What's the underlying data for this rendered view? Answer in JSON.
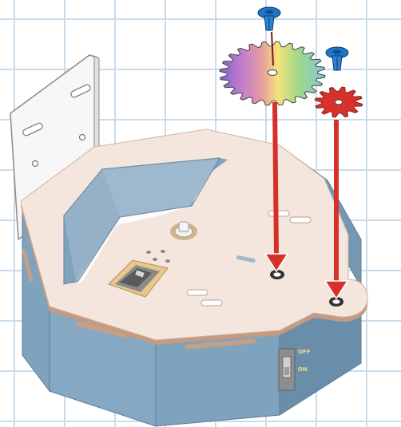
{
  "switch": {
    "off_label": "OFF",
    "on_label": "ON"
  },
  "parts": [
    {
      "name": "rainbow-gear",
      "fill": "gradient",
      "teeth": 24
    },
    {
      "name": "red-gear",
      "fill": "#d8312c",
      "teeth": 12
    }
  ],
  "colors": {
    "grid": "#c9dcec",
    "base_side": "#7fa2bd",
    "base_side_dark": "#6a8ea9",
    "top_plate": "#f4e6dc",
    "plate_edge": "#c49a82",
    "pin_blue": "#1f74c6",
    "arrow_red": "#d6302b",
    "red_gear": "#d8312c"
  },
  "icons": {
    "pin": "push-pin-icon",
    "arrow": "down-arrow-icon"
  }
}
